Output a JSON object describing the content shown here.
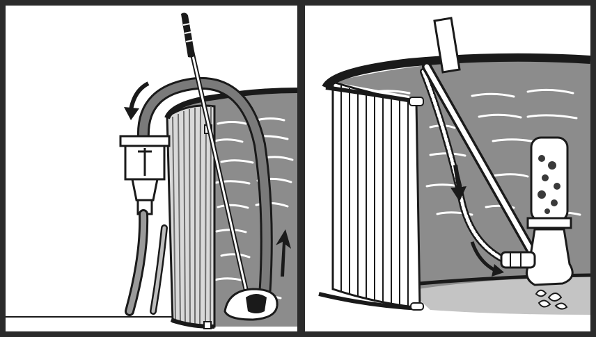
{
  "figure": {
    "panels": [
      {
        "id": "left",
        "icon": "pool-vacuum-skimmer-illustration"
      },
      {
        "id": "right",
        "icon": "pool-vacuum-cleaning-illustration"
      }
    ],
    "colors": {
      "outline": "#1a1a1a",
      "water": "#8c8c8c",
      "pool_wall_stripe": "#9a9a9a",
      "frame": "#2b2b2b",
      "background": "#ffffff"
    }
  }
}
